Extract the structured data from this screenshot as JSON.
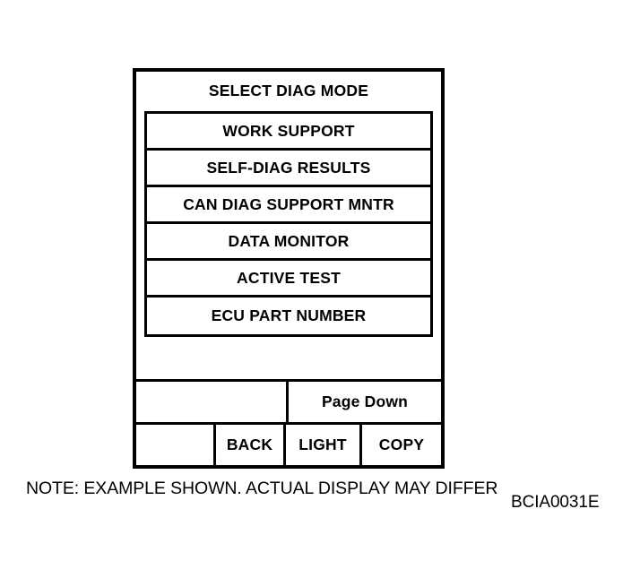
{
  "figure": {
    "code": "BCIA0031E",
    "note": "NOTE: EXAMPLE SHOWN. ACTUAL DISPLAY MAY DIFFER"
  },
  "device": {
    "screen": {
      "title": "SELECT DIAG MODE",
      "menu_items": [
        {
          "label": "WORK SUPPORT"
        },
        {
          "label": "SELF-DIAG RESULTS"
        },
        {
          "label": "CAN DIAG SUPPORT MNTR"
        },
        {
          "label": "DATA MONITOR"
        },
        {
          "label": "ACTIVE TEST"
        },
        {
          "label": "ECU PART NUMBER"
        }
      ]
    },
    "softkeys": {
      "top_row": [
        {
          "label": ""
        },
        {
          "label": "Page Down"
        }
      ],
      "bottom_row": [
        {
          "label": ""
        },
        {
          "label": "BACK"
        },
        {
          "label": "LIGHT"
        },
        {
          "label": "COPY"
        }
      ]
    }
  },
  "colors": {
    "ink": "#000000",
    "paper": "#ffffff"
  }
}
